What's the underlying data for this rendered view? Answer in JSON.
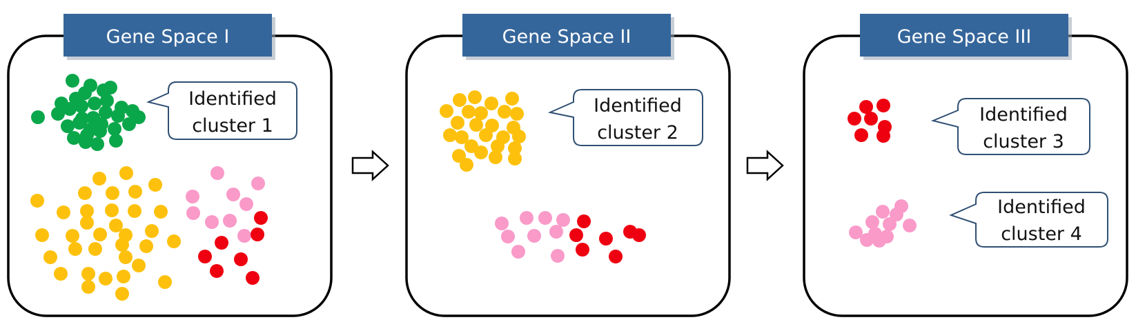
{
  "colors": {
    "green": "#0aa64a",
    "yellow": "#fdc10d",
    "pink": "#f99ac9",
    "red": "#ee0010",
    "title_bar": "#35669b"
  },
  "panels": [
    {
      "title": "Gene Space I",
      "callouts": [
        {
          "line1": "Identified",
          "line2": "cluster 1"
        }
      ]
    },
    {
      "title": "Gene Space II",
      "callouts": [
        {
          "line1": "Identified",
          "line2": "cluster 2"
        }
      ]
    },
    {
      "title": "Gene Space III",
      "callouts": [
        {
          "line1": "Identified",
          "line2": "cluster 3"
        },
        {
          "line1": "Identified",
          "line2": "cluster 4"
        }
      ]
    }
  ]
}
